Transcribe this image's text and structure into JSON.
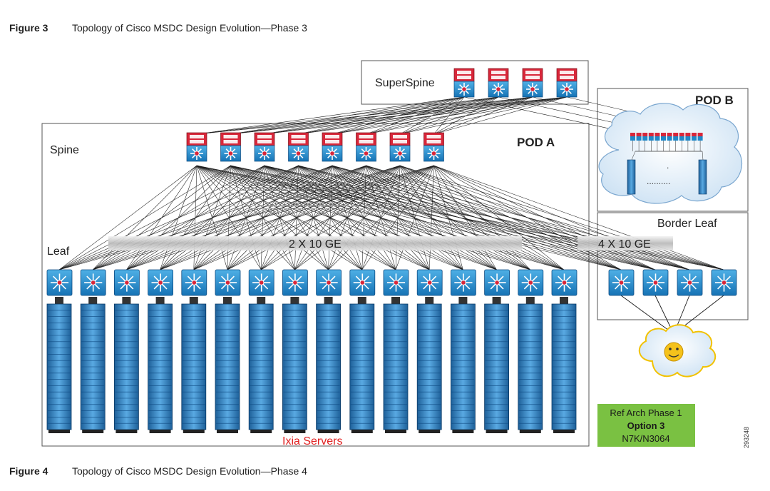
{
  "figure3": {
    "label": "Figure 3",
    "title": "Topology of Cisco MSDC Design Evolution—Phase 3"
  },
  "figure4": {
    "label": "Figure 4",
    "title": "Topology of Cisco MSDC Design Evolution—Phase 4"
  },
  "diagram": {
    "superspine_label": "SuperSpine",
    "pod_a_label": "POD A",
    "pod_b_label": "POD B",
    "spine_label": "Spine",
    "leaf_label": "Leaf",
    "border_leaf_label": "Border Leaf",
    "link_a_label": "2 X 10 GE",
    "link_b_label": "4 X 10 GE",
    "servers_label": "Ixia Servers",
    "ref_box": {
      "line1": "Ref Arch Phase 1",
      "line2": "Option 3",
      "line3": "N7K/N3064"
    },
    "figure_id": "293248",
    "counts": {
      "superspine": 4,
      "spine": 8,
      "leaf": 16,
      "border_leaf": 4,
      "server_racks": 16
    }
  },
  "colors": {
    "router_red": "#d8273a",
    "switch_blue": "#1f88c8",
    "server_blue": "#3b8fd0",
    "ref_box_green": "#7ac142",
    "servers_text_red": "#e02020",
    "cloud_fill": "#e6f1fb"
  }
}
